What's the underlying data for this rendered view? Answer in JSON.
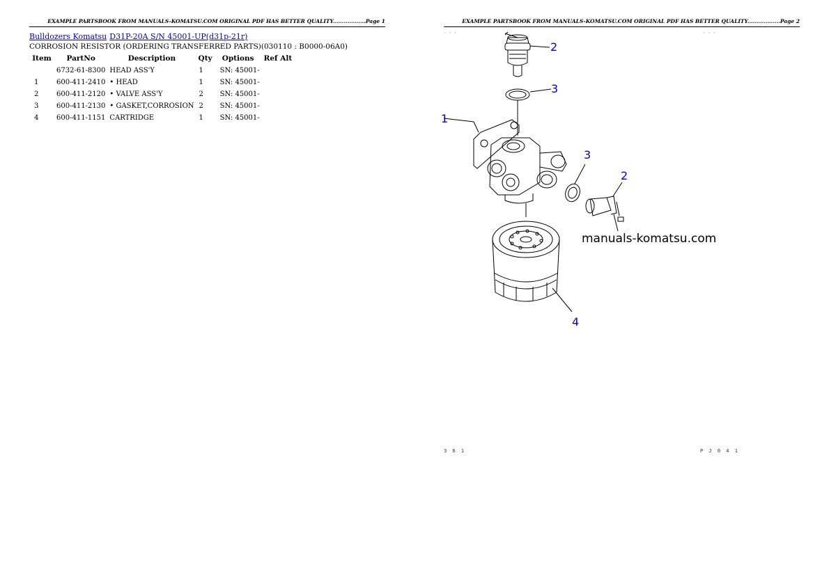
{
  "page1": {
    "header": "EXAMPLE PARTSBOOK FROM MANUALS-KOMATSU.COM ORIGINAL PDF HAS BETTER QUALITY..................Page 1",
    "breadcrumb": {
      "link1": "Bulldozers Komatsu",
      "link2": "D31P-20A S/N 45001-UP(d31p-21r)"
    },
    "title": "CORROSION RESISTOR (ORDERING TRANSFERRED PARTS)(030110 : B0000-06A0)",
    "table": {
      "headers": {
        "item": "Item",
        "partno": "PartNo",
        "description": "Description",
        "qty": "Qty",
        "options": "Options",
        "refalt": "Ref Alt"
      },
      "rows": [
        {
          "item": "",
          "partno": "6732-61-8300",
          "description": "HEAD ASS'Y",
          "qty": "1",
          "options": "SN: 45001-",
          "refalt": ""
        },
        {
          "item": "1",
          "partno": "600-411-2410",
          "description": "• HEAD",
          "qty": "1",
          "options": "SN: 45001-",
          "refalt": ""
        },
        {
          "item": "2",
          "partno": "600-411-2120",
          "description": "• VALVE ASS'Y",
          "qty": "2",
          "options": "SN: 45001-",
          "refalt": ""
        },
        {
          "item": "3",
          "partno": "600-411-2130",
          "description": "• GASKET,CORROSION",
          "qty": "2",
          "options": "SN: 45001-",
          "refalt": ""
        },
        {
          "item": "4",
          "partno": "600-411-1151",
          "description": "CARTRIDGE",
          "qty": "1",
          "options": "SN: 45001-",
          "refalt": ""
        }
      ]
    }
  },
  "page2": {
    "header": "EXAMPLE PARTSBOOK FROM MANUALS-KOMATSU.COM ORIGINAL PDF HAS BETTER QUALITY..................Page 2",
    "diagram": {
      "callouts": [
        "2",
        "3",
        "1",
        "3",
        "2",
        "4"
      ],
      "watermark": "manuals-komatsu.com",
      "callout_color": "#0000cc"
    },
    "footer_left": "3 6 1",
    "footer_right": "P J 0 4 1"
  }
}
